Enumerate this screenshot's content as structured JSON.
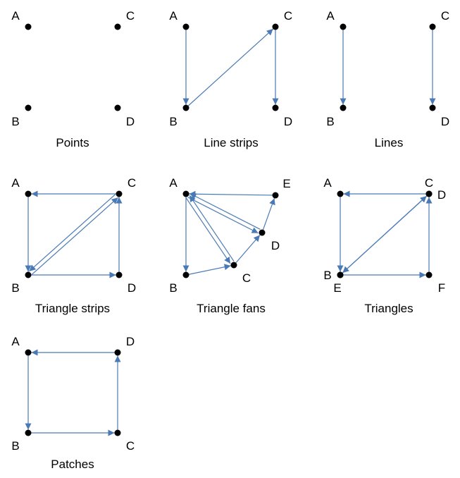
{
  "colors": {
    "edge": "#4a7ab5",
    "vertex": "#000000",
    "background": "#ffffff"
  },
  "panels": [
    {
      "title": "Points",
      "vertices": [
        {
          "id": "a",
          "label": "A"
        },
        {
          "id": "c",
          "label": "C"
        },
        {
          "id": "b",
          "label": "B"
        },
        {
          "id": "d",
          "label": "D"
        }
      ],
      "edges": []
    },
    {
      "title": "Line strips",
      "vertices": [
        {
          "id": "a",
          "label": "A"
        },
        {
          "id": "c",
          "label": "C"
        },
        {
          "id": "b",
          "label": "B"
        },
        {
          "id": "d",
          "label": "D"
        }
      ],
      "edges": [
        {
          "from": "a",
          "to": "b"
        },
        {
          "from": "b",
          "to": "c"
        },
        {
          "from": "c",
          "to": "d"
        }
      ]
    },
    {
      "title": "Lines",
      "vertices": [
        {
          "id": "a",
          "label": "A"
        },
        {
          "id": "c",
          "label": "C"
        },
        {
          "id": "b",
          "label": "B"
        },
        {
          "id": "d",
          "label": "D"
        }
      ],
      "edges": [
        {
          "from": "a",
          "to": "b"
        },
        {
          "from": "c",
          "to": "d"
        }
      ]
    },
    {
      "title": "Triangle strips",
      "vertices": [
        {
          "id": "a",
          "label": "A"
        },
        {
          "id": "c",
          "label": "C"
        },
        {
          "id": "b",
          "label": "B"
        },
        {
          "id": "d",
          "label": "D"
        }
      ],
      "edges": [
        {
          "from": "a",
          "to": "b"
        },
        {
          "from": "b",
          "to": "c"
        },
        {
          "from": "c",
          "to": "a"
        },
        {
          "from": "c",
          "to": "b"
        },
        {
          "from": "b",
          "to": "d"
        },
        {
          "from": "d",
          "to": "c"
        }
      ]
    },
    {
      "title": "Triangle fans",
      "vertices": [
        {
          "id": "a",
          "label": "A"
        },
        {
          "id": "e",
          "label": "E"
        },
        {
          "id": "d",
          "label": "D"
        },
        {
          "id": "b",
          "label": "B"
        },
        {
          "id": "c",
          "label": "C"
        }
      ],
      "edges": [
        {
          "from": "a",
          "to": "b"
        },
        {
          "from": "b",
          "to": "c"
        },
        {
          "from": "c",
          "to": "a"
        },
        {
          "from": "a",
          "to": "c"
        },
        {
          "from": "c",
          "to": "d"
        },
        {
          "from": "d",
          "to": "a"
        },
        {
          "from": "a",
          "to": "d"
        },
        {
          "from": "d",
          "to": "e"
        },
        {
          "from": "e",
          "to": "a"
        }
      ]
    },
    {
      "title": "Triangles",
      "vertices": [
        {
          "id": "a",
          "label": "A"
        },
        {
          "id": "c",
          "label": "C"
        },
        {
          "id": "d",
          "label": "D"
        },
        {
          "id": "b",
          "label": "B"
        },
        {
          "id": "e",
          "label": "E"
        },
        {
          "id": "f",
          "label": "F"
        }
      ],
      "edges": [
        {
          "from": "a",
          "to": "b"
        },
        {
          "from": "b",
          "to": "c"
        },
        {
          "from": "c",
          "to": "a"
        },
        {
          "from": "d",
          "to": "e"
        },
        {
          "from": "e",
          "to": "f"
        },
        {
          "from": "f",
          "to": "d"
        }
      ]
    },
    {
      "title": "Patches",
      "vertices": [
        {
          "id": "a",
          "label": "A"
        },
        {
          "id": "d",
          "label": "D"
        },
        {
          "id": "b",
          "label": "B"
        },
        {
          "id": "c",
          "label": "C"
        }
      ],
      "edges": [
        {
          "from": "a",
          "to": "b"
        },
        {
          "from": "b",
          "to": "c"
        },
        {
          "from": "c",
          "to": "d"
        },
        {
          "from": "d",
          "to": "a"
        }
      ]
    }
  ]
}
